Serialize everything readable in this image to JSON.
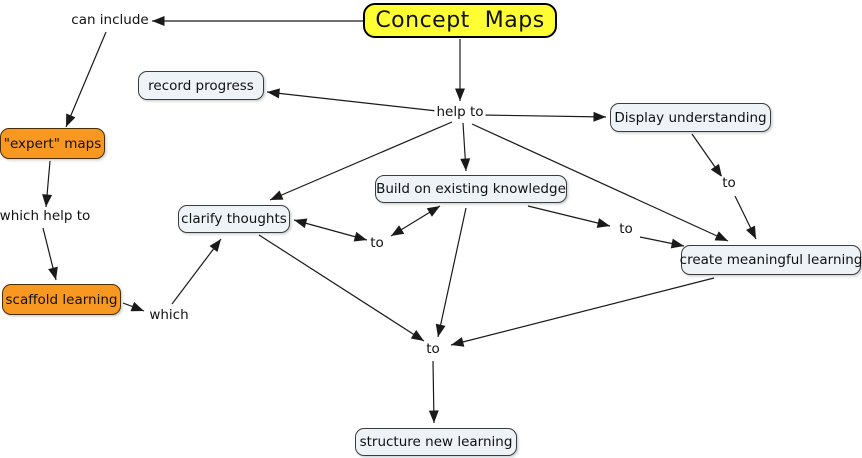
{
  "diagram": {
    "title": "Concept  Maps",
    "type": "concept-map"
  },
  "nodes": {
    "concept_maps": {
      "label": "Concept  Maps",
      "fill": "#ffff33"
    },
    "record_progress": {
      "label": "record progress",
      "fill": "#eef3f8"
    },
    "display_understanding": {
      "label": "Display understanding",
      "fill": "#eef3f8"
    },
    "build_on_existing_knowledge": {
      "label": "Build on existing knowledge",
      "fill": "#eef3f8"
    },
    "clarify_thoughts": {
      "label": "clarify thoughts",
      "fill": "#eef3f8"
    },
    "create_meaningful_learning": {
      "label": "create meaningful learning",
      "fill": "#eef3f8"
    },
    "expert_maps": {
      "label": "\"expert\" maps",
      "fill": "#f99820"
    },
    "scaffold_learning": {
      "label": "scaffold learning",
      "fill": "#f99820"
    },
    "structure_new_learning": {
      "label": "structure new learning",
      "fill": "#eef3f8"
    }
  },
  "link_labels": {
    "can_include": "can include",
    "help_to": "help to",
    "which_help_to": "which help to",
    "which": "which",
    "to_clarify_build": "to",
    "to_build_create": "to",
    "to_display_create": "to",
    "to_center": "to"
  },
  "edges": {
    "count": 22,
    "relations": [
      "Concept Maps -> can include",
      "can include -> \"expert\" maps",
      "Concept Maps -> help to",
      "help to -> record progress",
      "help to -> clarify thoughts",
      "help to -> Build on existing knowledge",
      "help to -> Display understanding",
      "help to -> create meaningful learning",
      "Display understanding -> to",
      "to -> create meaningful learning",
      "Build on existing knowledge -> to",
      "to -> create meaningful learning",
      "clarify thoughts <-> to",
      "to <-> Build on existing knowledge",
      "which -> clarify thoughts",
      "scaffold learning -> which",
      "\"expert\" maps -> which help to",
      "which help to -> scaffold learning",
      "clarify thoughts -> to (center)",
      "Build on existing knowledge -> to (center)",
      "create meaningful learning -> to (center)",
      "to (center) -> structure new learning"
    ]
  },
  "colors": {
    "background": "#ffffff",
    "root_node_yellow": "#ffff33",
    "accent_orange": "#f99820",
    "concept_node_fill": "#eef3f8",
    "line_black": "#1a1a1a"
  }
}
